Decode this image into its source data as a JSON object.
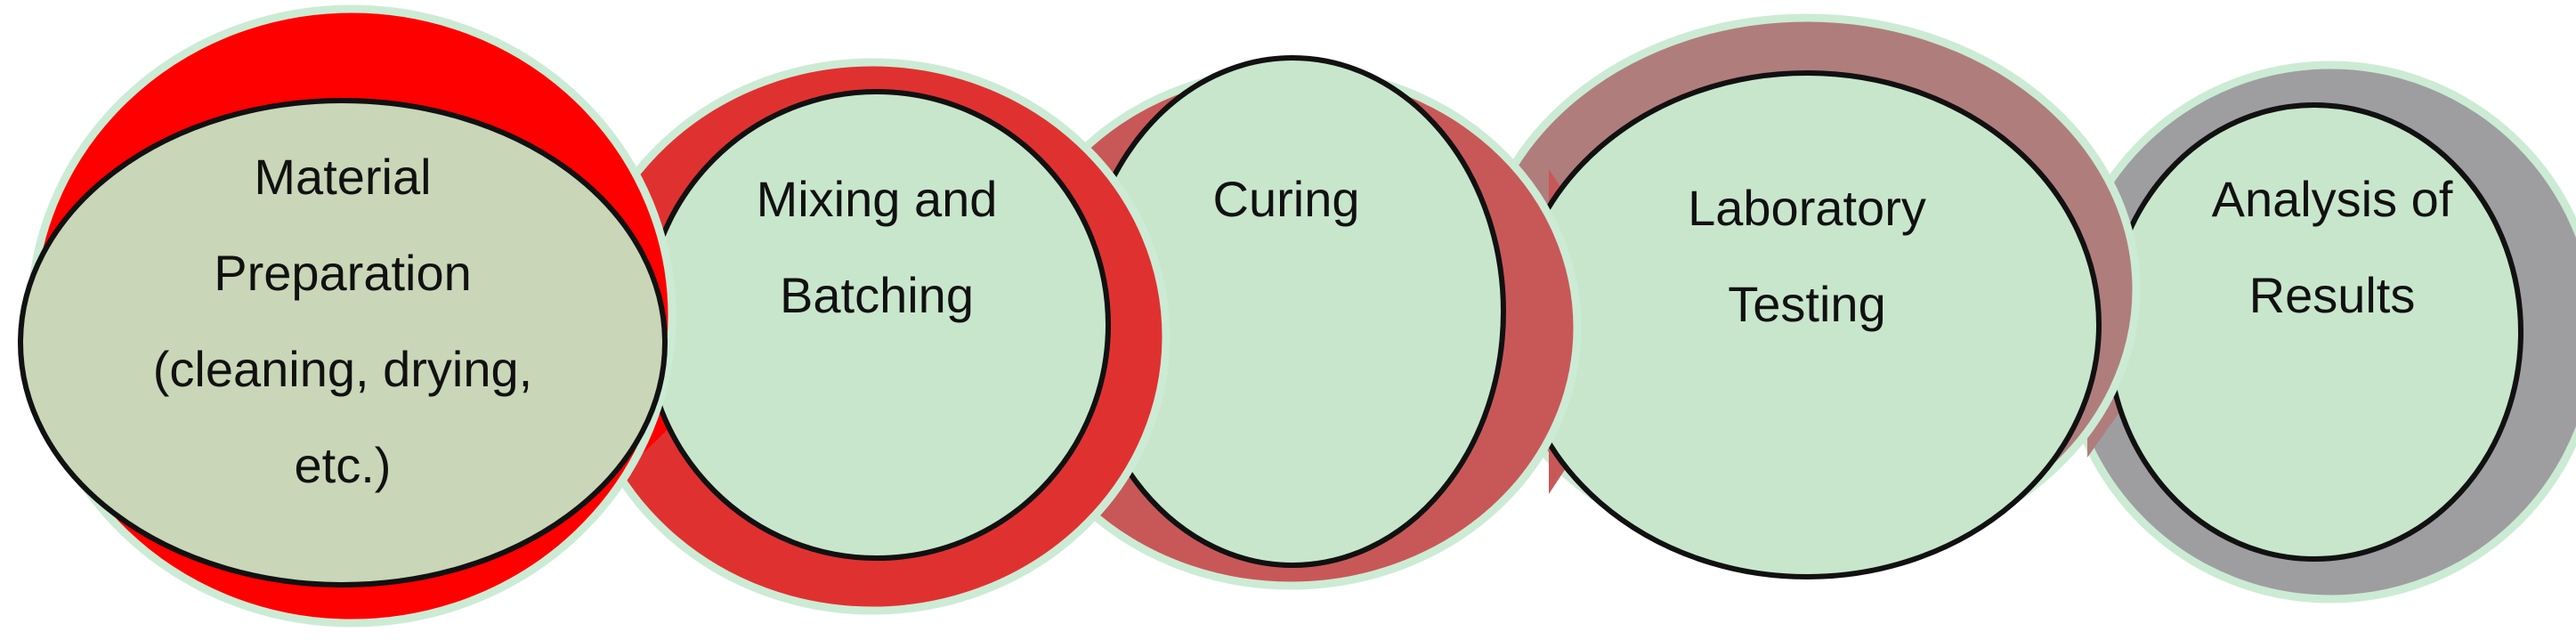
{
  "diagram": {
    "type": "process-flow",
    "colors": {
      "outer_glow": "#ccebd4",
      "circle_fill": "#c8e6cc",
      "first_circle_fill": "#c9d6b7",
      "stroke": "#111111",
      "stage_1_backdrop": "#ff0000",
      "stage_2_backdrop": "#e03131",
      "stage_3_backdrop": "#c85858",
      "stage_4_backdrop": "#b07d7d",
      "stage_5_backdrop": "#9e9ea1"
    },
    "stages": [
      {
        "label": "Material\nPreparation\n(cleaning, drying,\netc.)"
      },
      {
        "label": "Mixing and\nBatching"
      },
      {
        "label": "Curing"
      },
      {
        "label": "Laboratory\nTesting"
      },
      {
        "label": "Analysis of\nResults"
      }
    ]
  }
}
